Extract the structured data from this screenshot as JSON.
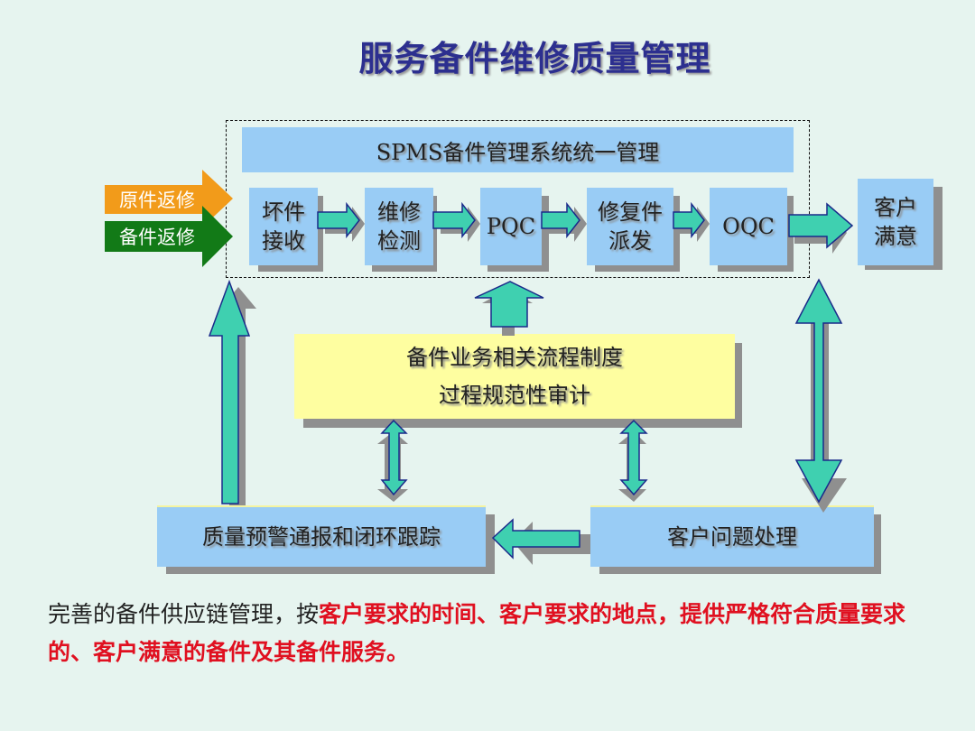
{
  "title": "服务备件维修质量管理",
  "system_banner": "SPMS备件管理系统统一管理",
  "inputs": [
    {
      "label": "原件返修",
      "color": "#f29b1a"
    },
    {
      "label": "备件返修",
      "color": "#127a17"
    }
  ],
  "process_steps": [
    {
      "line1": "坏件",
      "line2": "接收"
    },
    {
      "line1": "维修",
      "line2": "检测"
    },
    {
      "line1": "PQC",
      "line2": ""
    },
    {
      "line1": "修复件",
      "line2": "派发"
    },
    {
      "line1": "OQC",
      "line2": ""
    }
  ],
  "outcome": {
    "line1": "客户",
    "line2": "满意"
  },
  "policy_box": {
    "line1": "备件业务相关流程制度",
    "line2": "过程规范性审计"
  },
  "bottom_left": "质量预警通报和闭环跟踪",
  "bottom_right": "客户问题处理",
  "footer": {
    "normal": "完善的备件供应链管理，按",
    "highlight": "客户要求的时间、客户要求的地点，提供严格符合质量要求的、客户满意的备件及其备件服务。"
  },
  "colors": {
    "box_blue": "#99ccf5",
    "arrow_fill": "#3fd0b0",
    "arrow_stroke": "#1a2a8a",
    "title": "#2c2f8f",
    "highlight_red": "#e01020",
    "policy_yellow": "#fefea0"
  }
}
